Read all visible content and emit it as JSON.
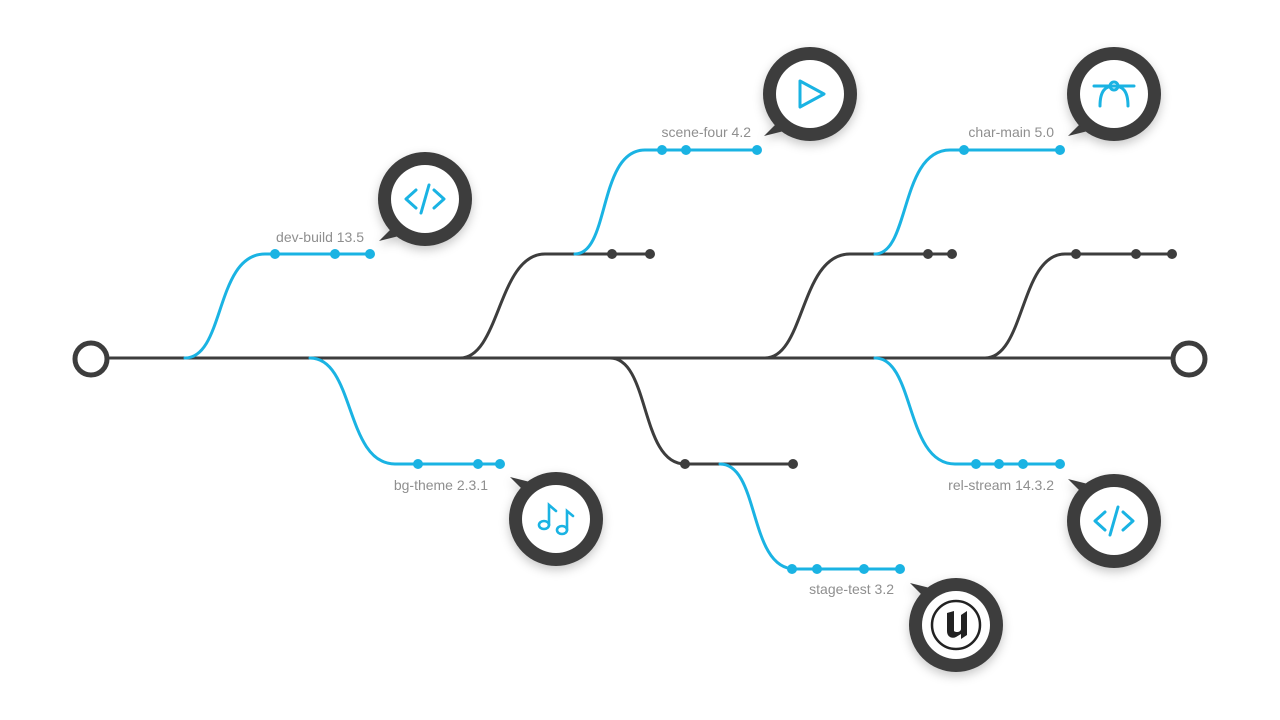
{
  "colors": {
    "main_line": "#3d3d3d",
    "accent": "#1ab3e3",
    "bubble": "#3d3d3d",
    "bubble_inner": "#ffffff",
    "label": "#8f8f8f"
  },
  "branches": [
    {
      "label": "dev-build 13.5",
      "icon": "code-icon"
    },
    {
      "label": "scene-four 4.2",
      "icon": "play-icon"
    },
    {
      "label": "char-main 5.0",
      "icon": "bezier-pen-icon"
    },
    {
      "label": "bg-theme 2.3.1",
      "icon": "music-notes-icon"
    },
    {
      "label": "stage-test 3.2",
      "icon": "unreal-engine-logo-icon"
    },
    {
      "label": "rel-stream 14.3.2",
      "icon": "code-icon"
    }
  ]
}
